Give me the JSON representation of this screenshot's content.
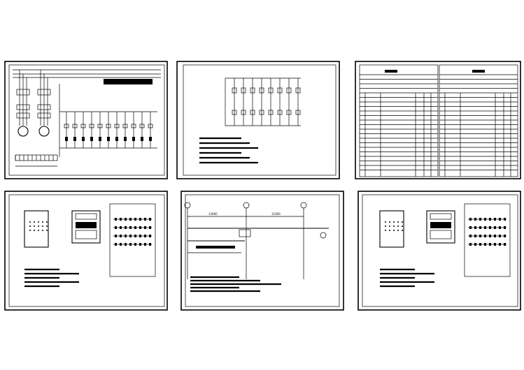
{
  "sheets": [
    {
      "id": "s1",
      "caption": "",
      "labels": []
    },
    {
      "id": "s2",
      "caption": "",
      "labels": []
    },
    {
      "id": "s3",
      "caption": "",
      "labels": []
    },
    {
      "id": "s4",
      "caption": "",
      "labels": []
    },
    {
      "id": "s5",
      "caption": "",
      "labels": [
        "13600",
        "11600"
      ],
      "grid_marks": [
        "",
        "",
        ""
      ]
    },
    {
      "id": "s6",
      "caption": "",
      "labels": []
    }
  ]
}
